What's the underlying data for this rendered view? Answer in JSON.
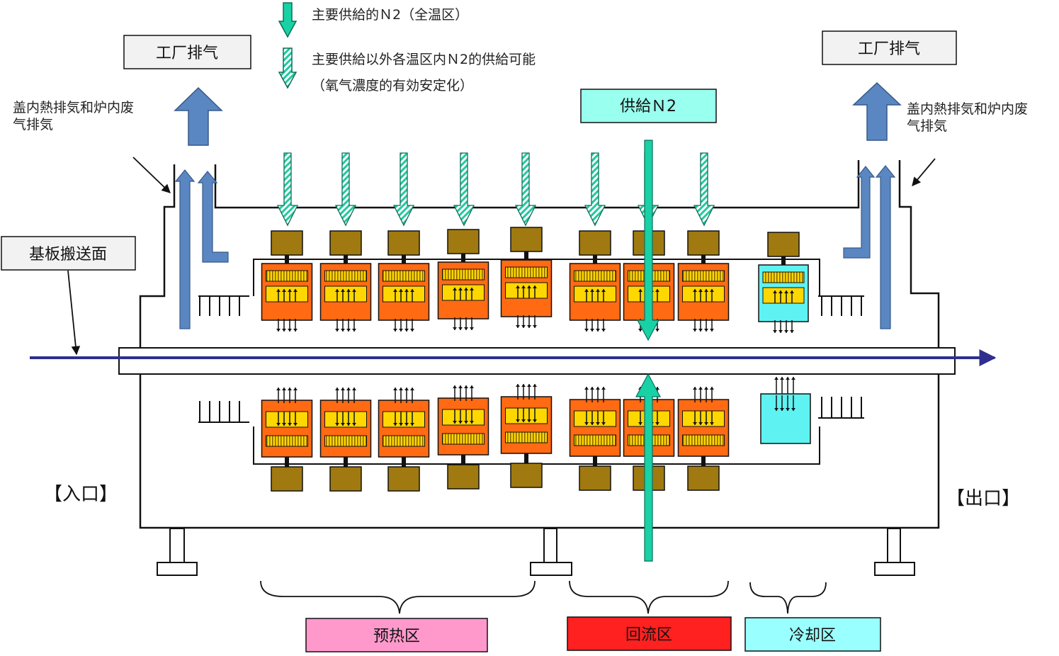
{
  "colors": {
    "heater_orange": "#ff6a13",
    "heater_cooling": "#5ff2f2",
    "motor_brown": "#a07a10",
    "exhaust_blue": "#5a87c1",
    "n2_green": "#18d2a6",
    "conveyor_navy": "#2e2f8e",
    "preheat_pink": "#ff99cc",
    "reflow_red": "#ff2020",
    "cooling_cyan": "#99ffff",
    "n2_box": "#99ffee"
  },
  "legend": {
    "main_supply": "主要供給的Ｎ2（全温区）",
    "secondary_supply_line1": "主要供給以外各温区内Ｎ2的供給可能",
    "secondary_supply_line2": "（氧气濃度的有効安定化）"
  },
  "labels": {
    "factory_exhaust_left": "工厂排气",
    "factory_exhaust_right": "工厂排气",
    "lid_exhaust_left_line1": "盖内熱排気和炉内废",
    "lid_exhaust_left_line2": "气排気",
    "lid_exhaust_right_line1": "盖内熱排気和炉内废",
    "lid_exhaust_right_line2": "气排気",
    "n2_supply": "供給Ｎ2",
    "conveyor_surface": "基板搬送面",
    "entrance": "【入口】",
    "exit": "【出口】"
  },
  "zones": {
    "preheat": "预热区",
    "reflow": "回流区",
    "cooling": "冷却区"
  }
}
